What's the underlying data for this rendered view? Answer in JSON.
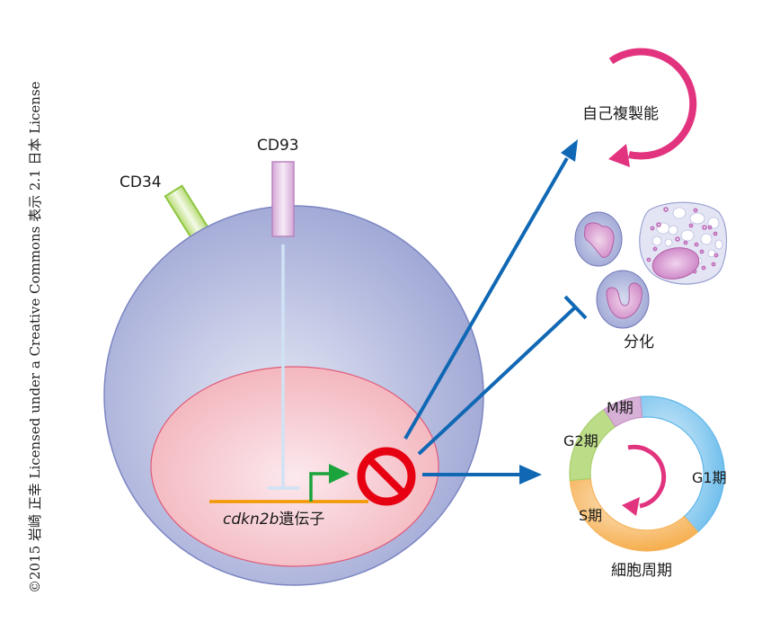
{
  "copyright": "©2015 岩崎 正幸 Licensed under a Creative Commons 表示 2.1 日本 License",
  "labels": {
    "cd34": "CD34",
    "cd93": "CD93",
    "gene_italic": "cdkn2b",
    "gene_suffix": "遺伝子",
    "self_renewal": "自己複製能",
    "differentiation": "分化",
    "cell_cycle": "細胞周期",
    "phase_m": "M期",
    "phase_g2": "G2期",
    "phase_s": "S期",
    "phase_g1": "G1期"
  },
  "colors": {
    "cell_edge": "#7c86c2",
    "cell_fill": "#a9b0d8",
    "nucleus_fill": "#f4b9c0",
    "nucleus_edge": "#e05a78",
    "arrow_blue": "#1068b5",
    "magenta": "#e2337f",
    "prohibit_red": "#e60012",
    "promoter_green": "#1ba33c",
    "gene_orange": "#f39800",
    "cd34_green": "#8dc63f",
    "cd93_purple": "#b884c0",
    "signal_line": "#cfe3f5",
    "g1_blue": "#5fb7ea",
    "s_orange": "#f6b35a",
    "g2_green": "#a8cf6a",
    "m_purple": "#c796c8"
  },
  "cell_cycle_phases": [
    {
      "name": "G1",
      "fraction": 0.4
    },
    {
      "name": "S",
      "fraction": 0.35
    },
    {
      "name": "G2",
      "fraction": 0.17
    },
    {
      "name": "M",
      "fraction": 0.08
    }
  ]
}
